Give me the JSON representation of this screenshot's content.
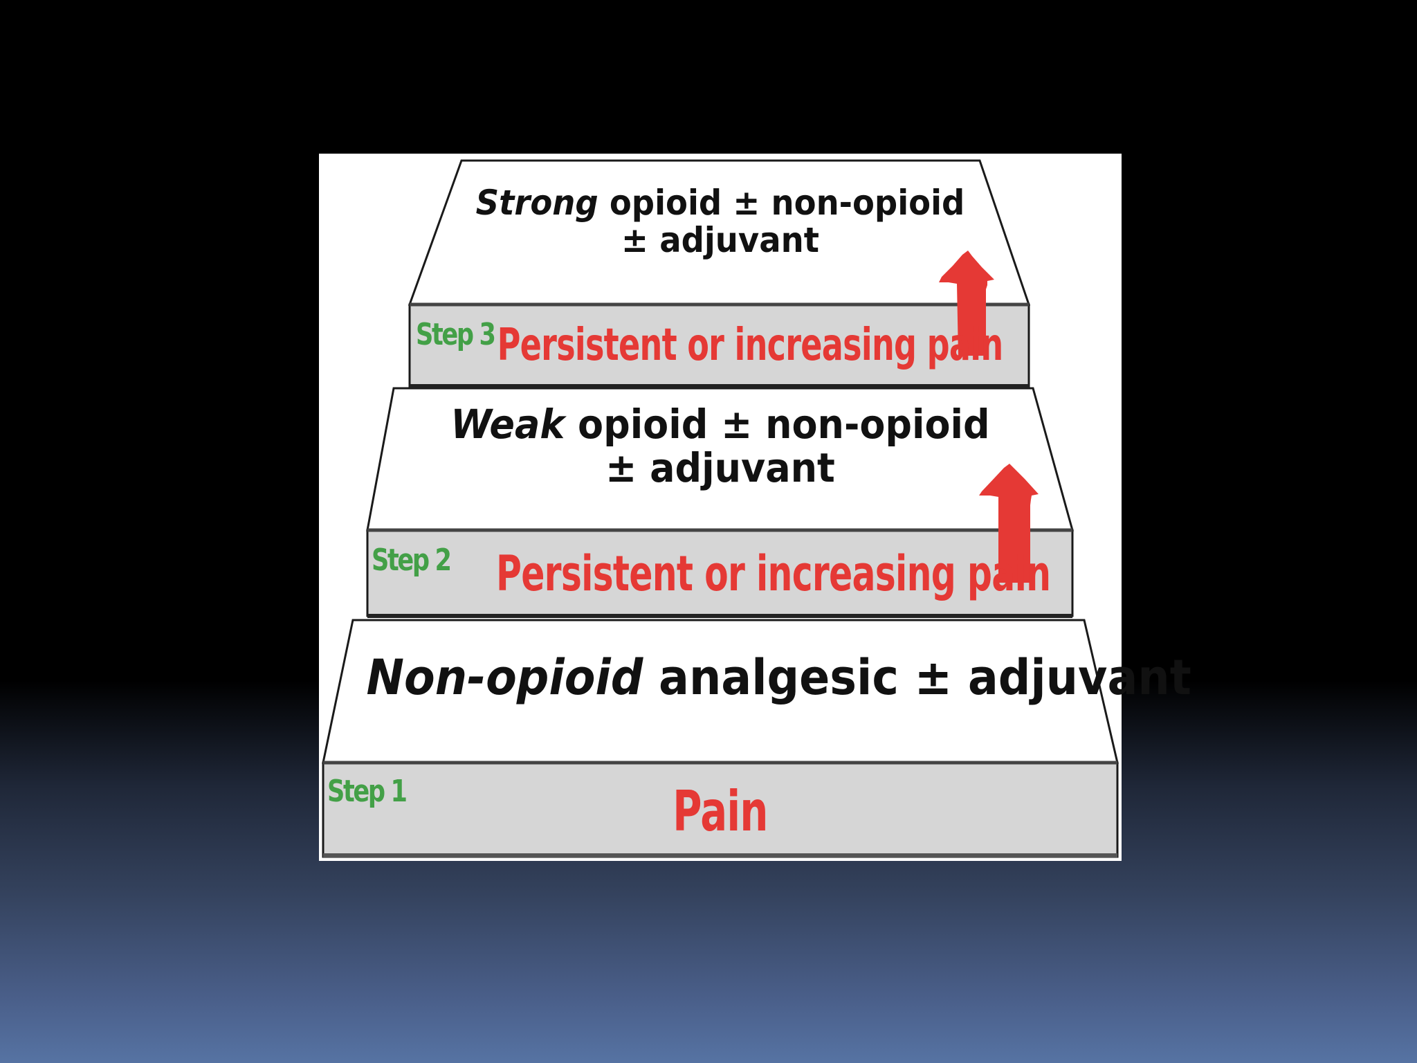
{
  "colors": {
    "pain_red": "#e53935",
    "step_green": "#43a047",
    "riser_gray": "#d6d6d6",
    "tread_white": "#ffffff",
    "arrow_red": "#e53935"
  },
  "ladder": {
    "steps": [
      {
        "step_label": "Step 1",
        "pain_text": "Pain",
        "drug_lead": "Non-opioid",
        "drug_rest": " analgesic ± adjuvant",
        "drug_line2": ""
      },
      {
        "step_label": "Step 2",
        "pain_text": "Persistent or increasing pain",
        "drug_lead": "Weak",
        "drug_rest": " opioid ± non-opioid",
        "drug_line2": "± adjuvant"
      },
      {
        "step_label": "Step 3",
        "pain_text": "Persistent or increasing pain",
        "drug_lead": "Strong",
        "drug_rest": " opioid ± non-opioid",
        "drug_line2": "± adjuvant"
      }
    ],
    "arrows": [
      "up-arrow-icon",
      "up-arrow-icon"
    ]
  }
}
